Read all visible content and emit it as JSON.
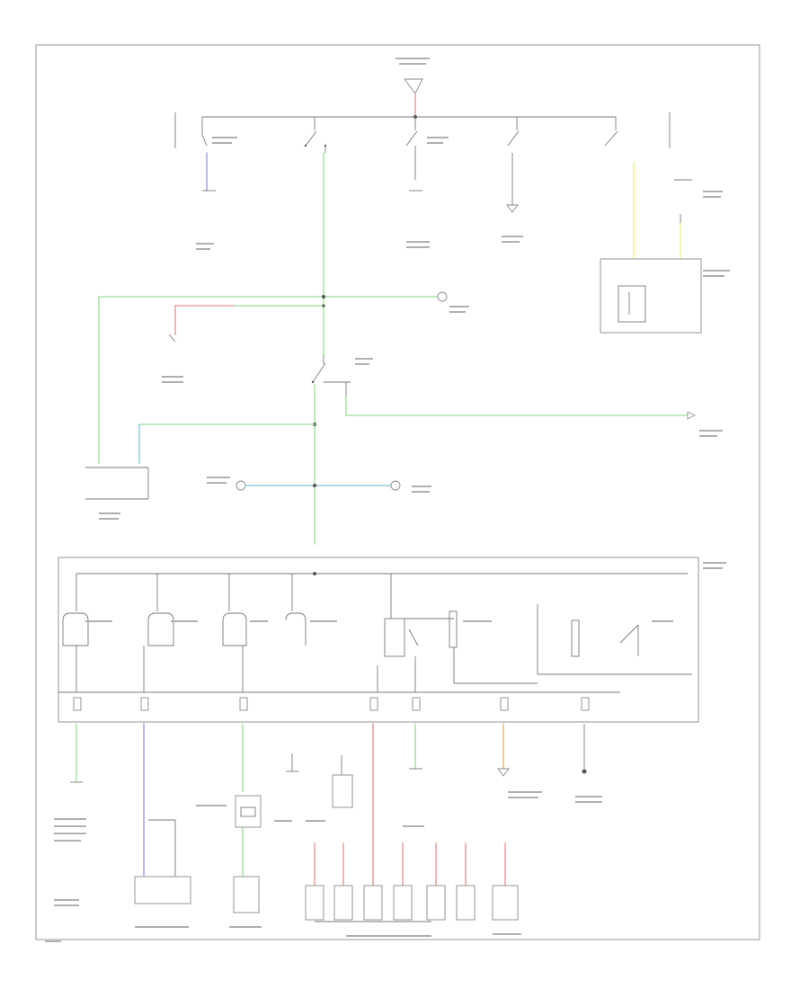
{
  "diagram": {
    "colors": {
      "frame": "#9a9a9a",
      "black_wire": "#7a7a7a",
      "green_wire": "#a8e6a8",
      "red_wire": "#f2a0a0",
      "yellow_wire": "#f0f09a",
      "blue_wire": "#a6a6ee",
      "orange_wire": "#f0c070",
      "blue_green_wire": "#99ccdd"
    },
    "icons": [
      "ground-symbol",
      "fuse-symbol",
      "switch-symbol",
      "relay-coil-symbol",
      "splice-dot",
      "connector-symbol"
    ]
  }
}
